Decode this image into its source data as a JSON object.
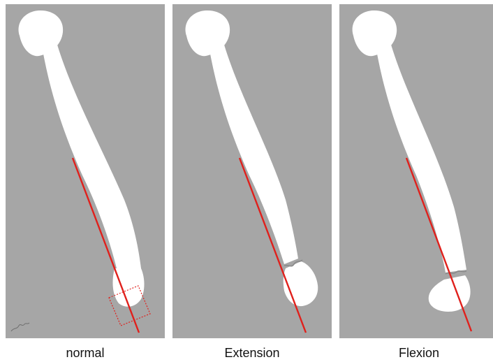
{
  "panels": [
    {
      "id": "normal",
      "caption": "normal",
      "fracture": "none"
    },
    {
      "id": "extension",
      "caption": "Extension",
      "fracture": "extension"
    },
    {
      "id": "flexion",
      "caption": "Flexion",
      "fracture": "flexion"
    }
  ],
  "colors": {
    "panel_background": "#a6a6a6",
    "bone": "#ffffff",
    "reference_line": "#e0201c",
    "fracture_line": "#8a8a8a",
    "caption_text": "#111111"
  },
  "icons": {
    "signature": "signature-scribble"
  }
}
